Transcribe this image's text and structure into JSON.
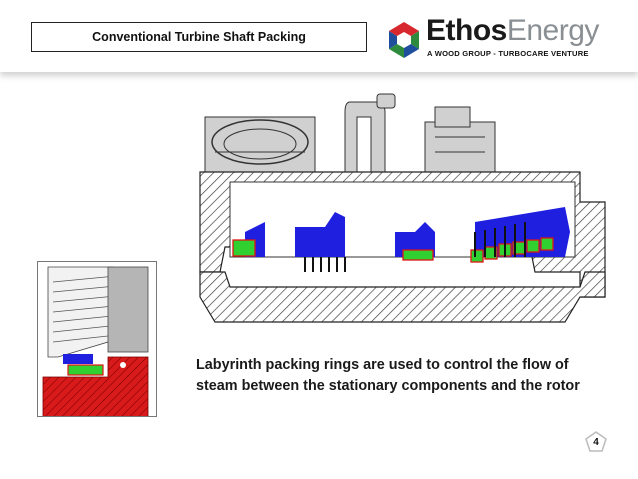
{
  "slide": {
    "title": "Conventional Turbine Shaft Packing",
    "caption": "Labyrinth packing rings are used to control the flow of steam between the stationary components and the rotor",
    "page_number": "4"
  },
  "logo": {
    "name_part1": "Ethos",
    "name_part2": "Energy",
    "tagline": "A WOOD GROUP - TURBOCARE VENTURE",
    "icon": "ethos-hexagon-logo-icon",
    "colors": {
      "red": "#d7282f",
      "green": "#2e8b3e",
      "blue": "#1f4e9c",
      "gray": "#8a8f94"
    }
  },
  "diagram": {
    "colors": {
      "casing": "#d0d0d0",
      "steam_path": "#1f1fe0",
      "packing": "#2fd02f",
      "packing_outline": "#e01515",
      "rotor_detail": "#d81a1a"
    }
  }
}
